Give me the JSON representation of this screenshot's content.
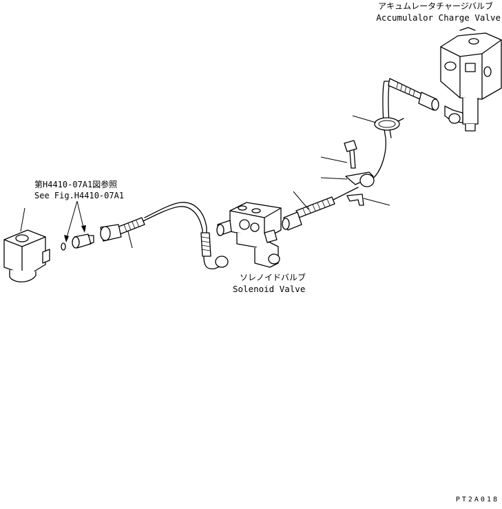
{
  "labels": {
    "accumulator_jp": "アキュムレータチャージバルブ",
    "accumulator_en": "Accumulalor Charge Valve",
    "see_fig_jp": "第H4410-07A1図参照",
    "see_fig_en": "See Fig.H4410-07A1",
    "solenoid_jp": "ソレノイドバルブ",
    "solenoid_en": "Solenoid Valve",
    "drawing_code": "PT2A018"
  }
}
